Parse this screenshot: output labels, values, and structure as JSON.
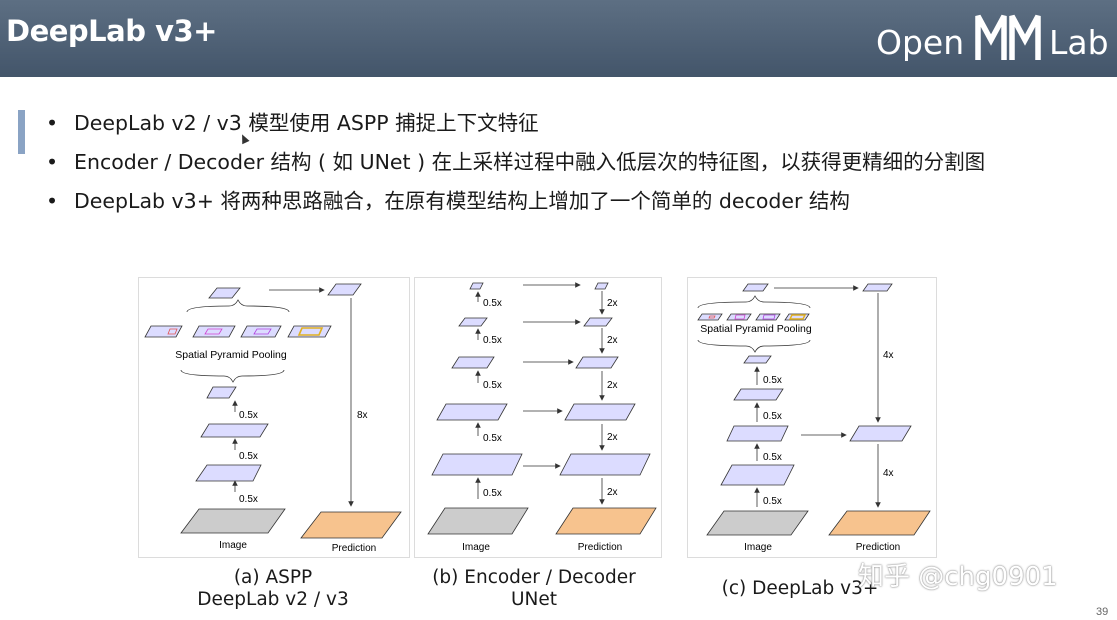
{
  "slide": {
    "title": "DeepLab v3+",
    "logo_text": {
      "open": "Open",
      "lab": "Lab"
    },
    "bullets": [
      "DeepLab v2 / v3 模型使用 ASPP 捕捉上下文特征",
      "Encoder / Decoder 结构 ( 如 UNet ) 在上采样过程中融入低层次的特征图，以获得更精细的分割图",
      "DeepLab v3+ 将两种思路融合，在原有模型结构上增加了一个简单的 decoder 结构"
    ],
    "page_number": "39",
    "watermark": "知乎 @chg0901"
  },
  "panels": {
    "a": {
      "labels": {
        "spp": "Spatial Pyramid Pooling",
        "image": "Image",
        "prediction": "Prediction",
        "up": "8x",
        "s1": "0.5x",
        "s2": "0.5x",
        "s3": "0.5x"
      },
      "caption_line1": "(a) ASPP",
      "caption_line2": "DeepLab v2 / v3"
    },
    "b": {
      "labels": {
        "image": "Image",
        "prediction": "Prediction",
        "d1": "0.5x",
        "d2": "0.5x",
        "d3": "0.5x",
        "d4": "0.5x",
        "d5": "0.5x",
        "u1": "2x",
        "u2": "2x",
        "u3": "2x",
        "u4": "2x",
        "u5": "2x"
      },
      "caption_line1": "(b) Encoder / Decoder",
      "caption_line2": "UNet"
    },
    "c": {
      "labels": {
        "spp": "Spatial Pyramid Pooling",
        "image": "Image",
        "prediction": "Prediction",
        "s1": "0.5x",
        "s2": "0.5x",
        "s3": "0.5x",
        "s4": "0.5x",
        "up1": "4x",
        "up2": "4x"
      },
      "caption_line1": "(c) DeepLab v3+"
    }
  },
  "colors": {
    "header": "#4a5c71",
    "feature_fill": "#dcdcff",
    "image_fill": "#cccccc",
    "prediction_fill": "#f7c38e",
    "accent": "#8aa3c4"
  }
}
